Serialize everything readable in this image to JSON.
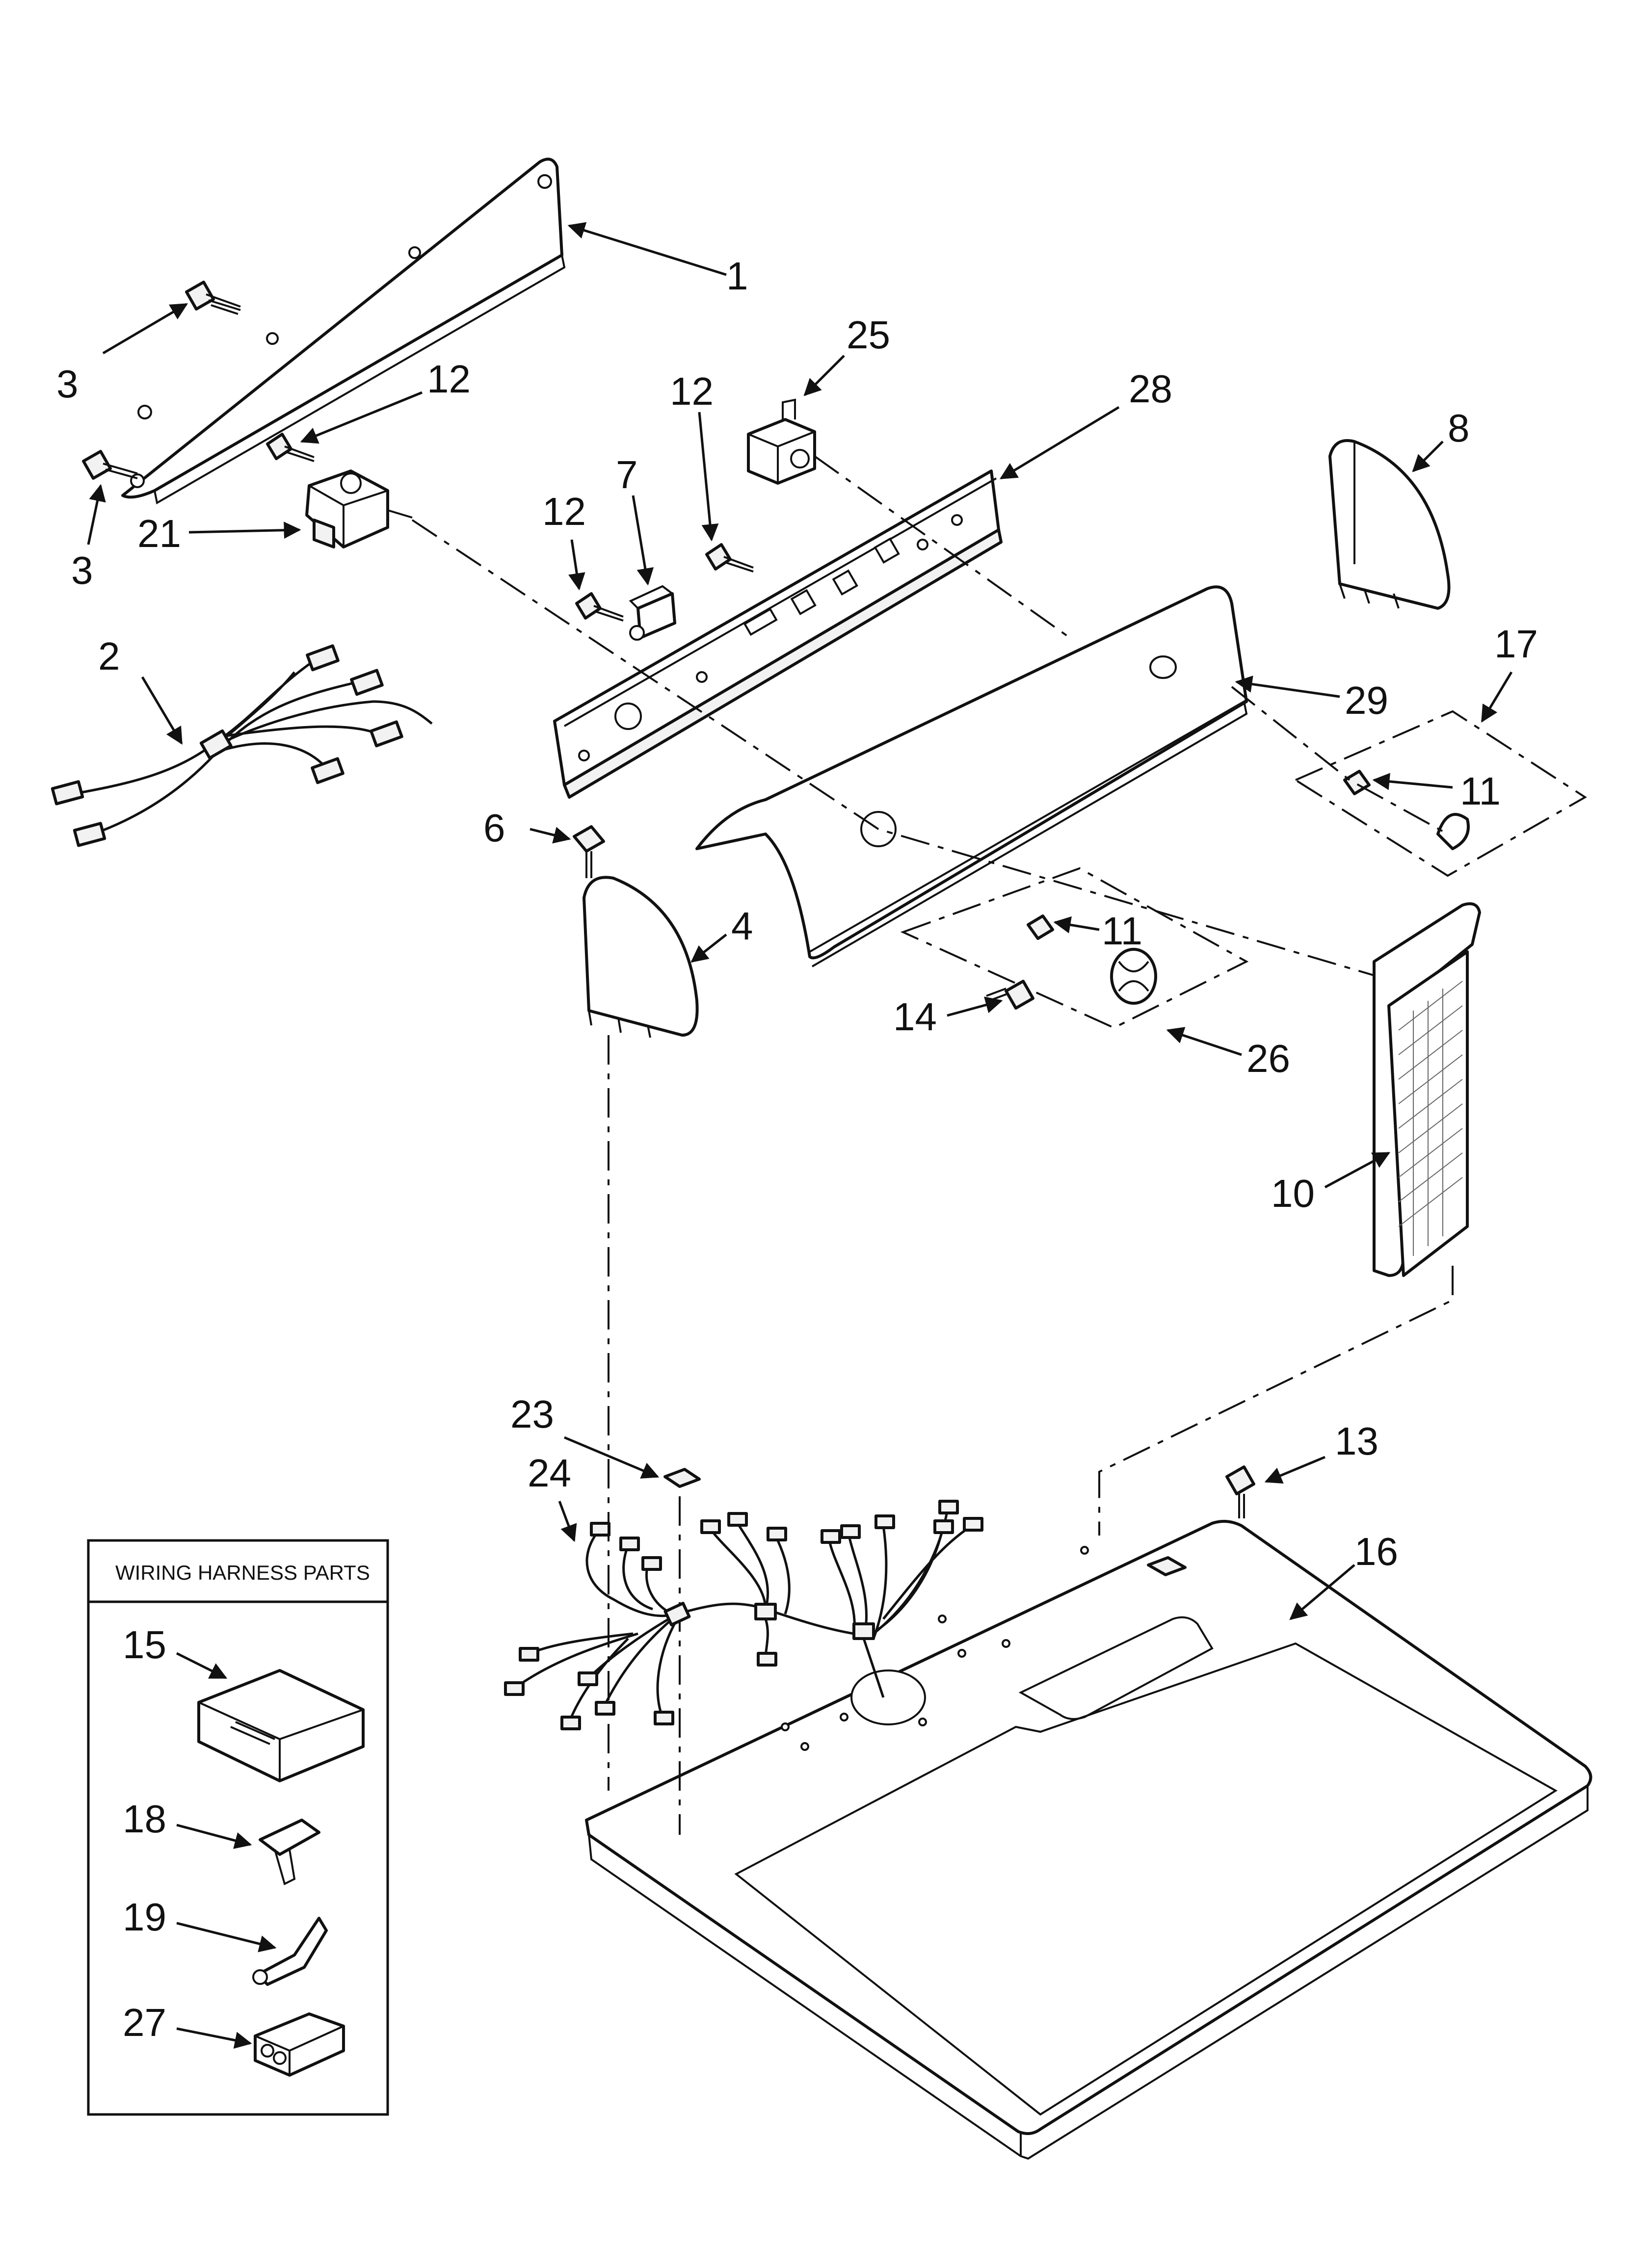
{
  "inset": {
    "title": "WIRING HARNESS PARTS"
  },
  "labels": {
    "part_1": "1",
    "part_2": "2",
    "part_3a": "3",
    "part_3b": "3",
    "part_4": "4",
    "part_6": "6",
    "part_7": "7",
    "part_8": "8",
    "part_10": "10",
    "part_11a": "11",
    "part_11b": "11",
    "part_12a": "12",
    "part_12b": "12",
    "part_12c": "12",
    "part_13": "13",
    "part_14": "14",
    "part_15": "15",
    "part_16": "16",
    "part_17": "17",
    "part_18": "18",
    "part_19": "19",
    "part_21": "21",
    "part_23": "23",
    "part_24": "24",
    "part_25": "25",
    "part_26": "26",
    "part_27": "27",
    "part_28": "28",
    "part_29": "29"
  }
}
